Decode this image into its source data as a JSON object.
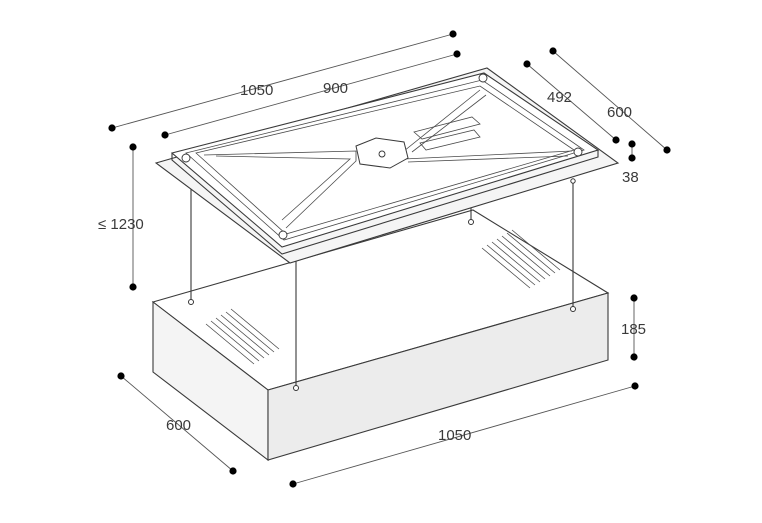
{
  "dimensions": {
    "ceiling_width": "1050",
    "frame_width": "900",
    "frame_depth": "492",
    "ceiling_depth": "600",
    "ceiling_thickness": "38",
    "suspension_height": "≤ 1230",
    "hood_height": "185",
    "hood_depth": "600",
    "hood_width": "1050"
  }
}
